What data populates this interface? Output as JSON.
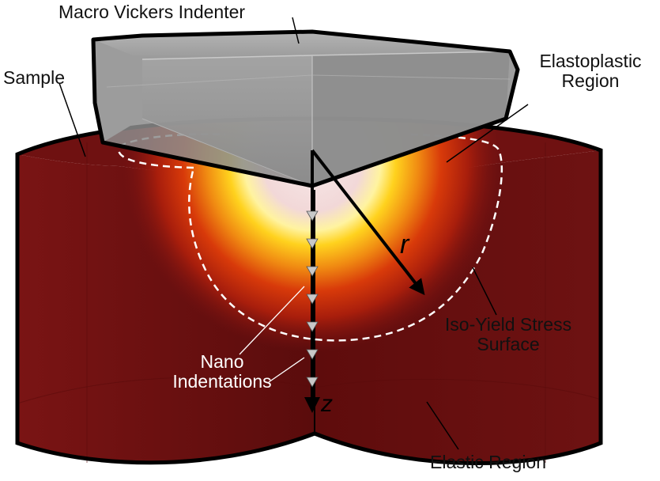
{
  "labels": {
    "indenter": "Macro Vickers Indenter",
    "sample": "Sample",
    "elastoplastic_line1": "Elastoplastic",
    "elastoplastic_line2": "Region",
    "iso_line1": "Iso-Yield Stress",
    "iso_line2": "Surface",
    "nano_line1": "Nano",
    "nano_line2": "Indentations",
    "elastic": "Elastic Region",
    "r_axis": "r",
    "z_axis": "z"
  },
  "colors": {
    "sample_body": "#6b1010",
    "sample_dark": "#4e0909",
    "indenter": "#9a9a9a",
    "hot_core": "#f4dede",
    "warm_mid": "#ffd21e",
    "warm_outer": "#e24a0c",
    "marker": "#c8c8c8"
  },
  "nano_indentation_count": 7
}
